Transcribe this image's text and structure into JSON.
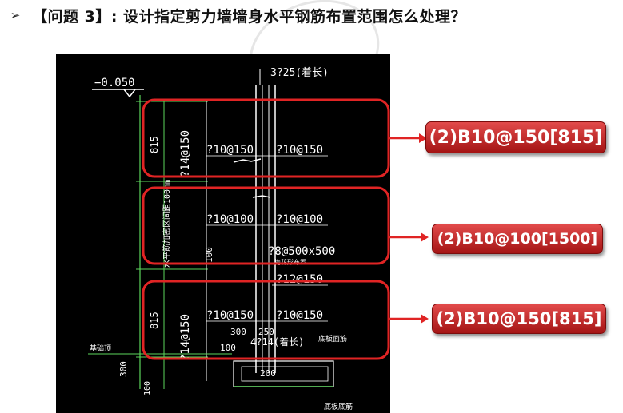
{
  "question": {
    "bullet": "➢",
    "title": "【问题 3】: 设计指定剪力墙墙身水平钢筋布置范围怎么处理？"
  },
  "drawing": {
    "elevation_label": "−0.050",
    "top_rebar_label": "3?25(着长)",
    "dim_815_top": "815",
    "dim_815_bottom": "815",
    "vert_rebar_top": "?14@150",
    "vert_rebar_bottom": "?14@150",
    "note_vertical": "水平筋加密区间距100mm",
    "bar_10_150_a": "?10@150",
    "bar_10_150_b": "?10@150",
    "bar_10_100_a": "?10@100",
    "bar_10_100_b": "?10@100",
    "bar_12_150": "?12@150",
    "tie_label": "?8@500x500",
    "tie_note": "梅花形布置",
    "bar_10_150_c": "?10@150",
    "bar_10_150_d": "?10@150",
    "dim_300": "300",
    "dim_250": "250",
    "bot_rebar_label": "4?14(着长)",
    "base_slab_face": "底板面筋",
    "base_slab_bottom": "底板底筋",
    "base_top_label": "基础顶",
    "dim_100_a": "100",
    "dim_100_b": "100",
    "dim_300_left": "300",
    "dim_100_left": "100",
    "dim_200": "200"
  },
  "callouts": {
    "top": "(2)B10@150[815]",
    "middle": "(2)B10@100[1500]",
    "bottom": "(2)B10@150[815]"
  },
  "colors": {
    "cad_background": "#000000",
    "cad_line": "#ffffff",
    "cad_green": "#5cd65c",
    "highlight_red": "#e02424",
    "callout_red": "#c62828"
  }
}
